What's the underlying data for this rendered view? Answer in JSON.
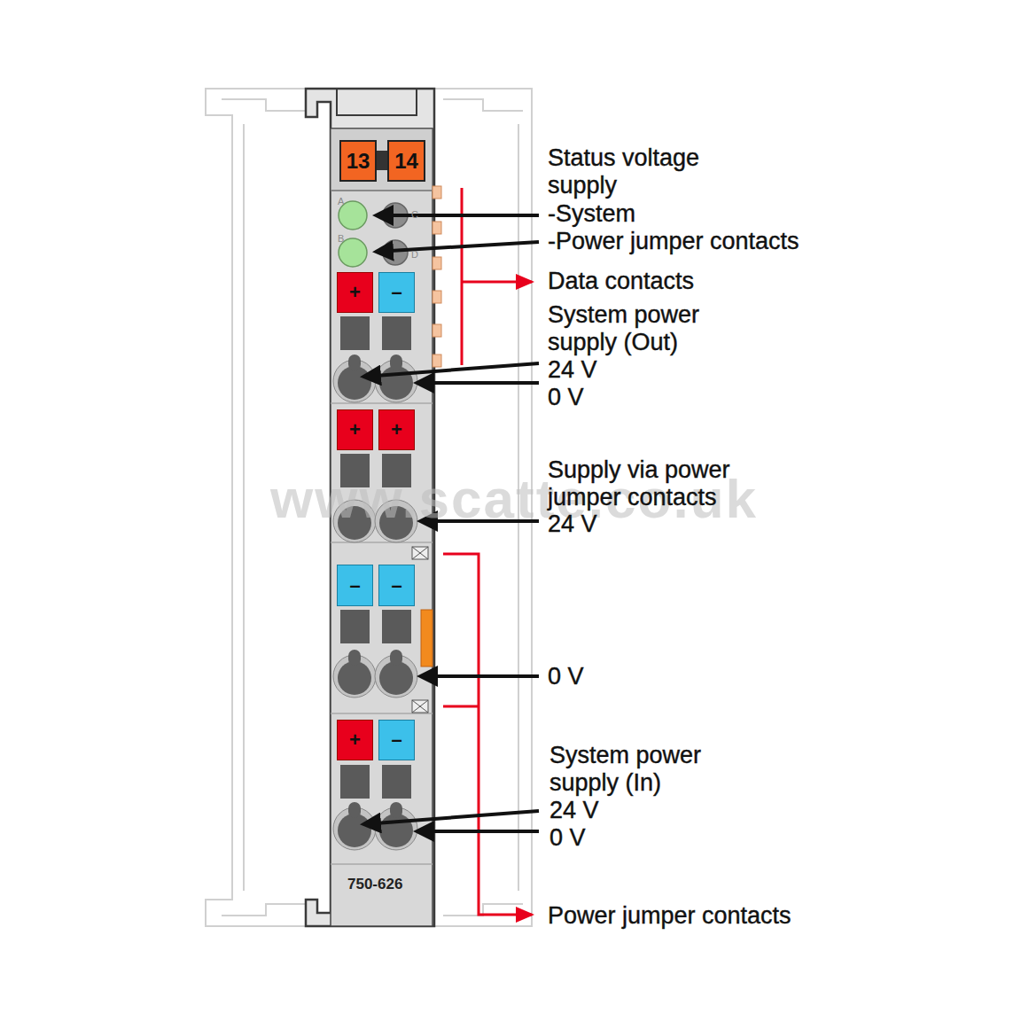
{
  "diagram": {
    "nodes": [
      {
        "text": [
          "13"
        ]
      },
      {
        "text": [
          "14"
        ]
      },
      {
        "text": [
          "+"
        ]
      },
      {
        "text": [
          "–"
        ]
      },
      {
        "text": [
          "+"
        ]
      },
      {
        "text": [
          "+"
        ]
      },
      {
        "text": [
          "–"
        ]
      },
      {
        "text": [
          "–"
        ]
      },
      {
        "text": [
          "+"
        ]
      },
      {
        "text": [
          "–"
        ]
      }
    ],
    "labels": [
      "Status voltage supply",
      "-System",
      "-Power jumper contacts",
      "A",
      "B",
      "C",
      "D",
      "Data contacts",
      "System power supply (Out)",
      "24 V",
      "0 V",
      "Supply via power jumper contacts",
      "24 V",
      "www.scatte.co.uk",
      "0 V",
      "System power supply (In)",
      "24 V",
      "0 V",
      "750-626",
      "Power jumper contacts"
    ]
  }
}
